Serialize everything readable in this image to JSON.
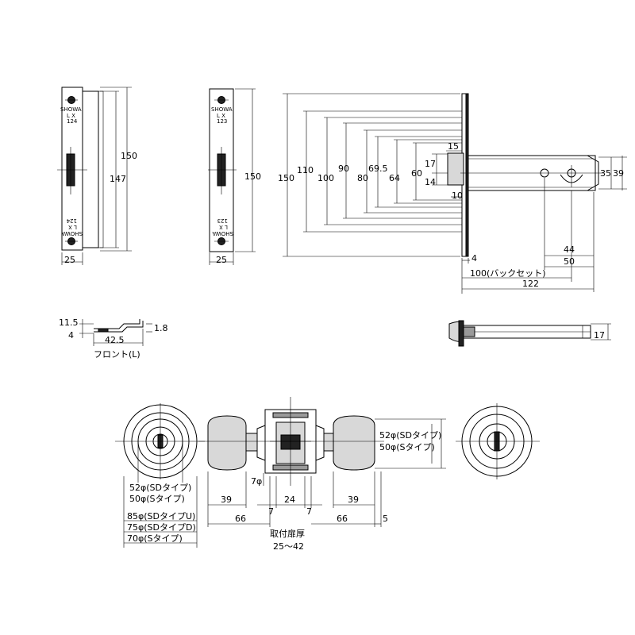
{
  "front_plate_1": {
    "brand": "SHOWA",
    "mark": "L X",
    "code": "124",
    "dim_width": "25",
    "dim_height_inner": "147",
    "dim_height_outer": "150"
  },
  "front_plate_2": {
    "brand": "SHOWA",
    "mark": "L X",
    "code": "123",
    "dim_width": "25",
    "dim_height": "150"
  },
  "side_view": {
    "dims_vertical": [
      "150",
      "110",
      "100",
      "90",
      "80",
      "69.5",
      "64",
      "60",
      "17",
      "14"
    ],
    "dim_15": "15",
    "dim_10": "10",
    "dim_4": "4",
    "dim_35": "35",
    "dim_39": "39",
    "dim_44": "44",
    "dim_50": "50",
    "dim_backset": "100(バックセット)",
    "dim_122": "122"
  },
  "front_section": {
    "dim_11_5": "11.5",
    "dim_4": "4",
    "dim_1_8": "1.8",
    "dim_42_5": "42.5",
    "caption": "フロント(L)"
  },
  "latch_top": {
    "dim_17": "17"
  },
  "knob_view": {
    "rose_outer_label": "52φ(SDタイプ)",
    "rose_inner_label": "50φ(Sタイプ)",
    "escutcheon_labels": [
      "85φ(SDタイプU)",
      "75φ(SDタイプD)",
      "70φ(Sタイプ)"
    ],
    "right_label_1": "52φ(SDタイプ)",
    "right_label_2": "50φ(Sタイプ)",
    "dim_knob_left": "39",
    "dim_7_left": "7",
    "dim_24": "24",
    "dim_7_right": "7",
    "dim_knob_right": "39",
    "dim_7phi": "7φ",
    "dim_66_left": "66",
    "dim_66_right": "66",
    "dim_5": "5",
    "door_caption": "取付扉厚",
    "door_range": "25〜42"
  }
}
